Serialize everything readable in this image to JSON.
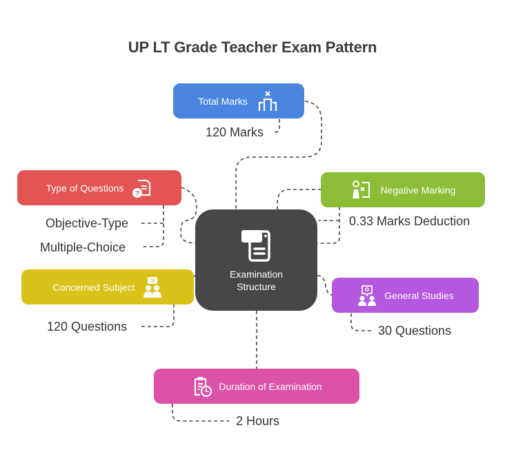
{
  "title": "UP LT Grade Teacher Exam Pattern",
  "center": {
    "line1": "Examination",
    "line2": "Structure",
    "icon": "document-form-icon",
    "color": "#474747"
  },
  "nodes": {
    "total_marks": {
      "label": "Total Marks",
      "icon": "podium-icon",
      "color": "#4a86e0",
      "details": [
        "120 Marks"
      ]
    },
    "type_of_questions": {
      "label": "Type of Questions",
      "icon": "question-document-icon",
      "color": "#e35454",
      "details": [
        "Objective-Type",
        "Multiple-Choice"
      ]
    },
    "negative_marking": {
      "label": "Negative Marking",
      "icon": "person-cross-board-icon",
      "color": "#8bbd38",
      "details": [
        "0.33 Marks Deduction"
      ]
    },
    "concerned_subject": {
      "label": "Concerned Subject",
      "icon": "people-question-icon",
      "color": "#d9c21a",
      "details": [
        "120 Questions"
      ]
    },
    "general_studies": {
      "label": "General Studies",
      "icon": "people-discussion-icon",
      "color": "#b458e0",
      "details": [
        "30 Questions"
      ]
    },
    "duration": {
      "label": "Duration of Examination",
      "icon": "clipboard-clock-icon",
      "color": "#db52a8",
      "details": [
        "2 Hours"
      ]
    }
  }
}
